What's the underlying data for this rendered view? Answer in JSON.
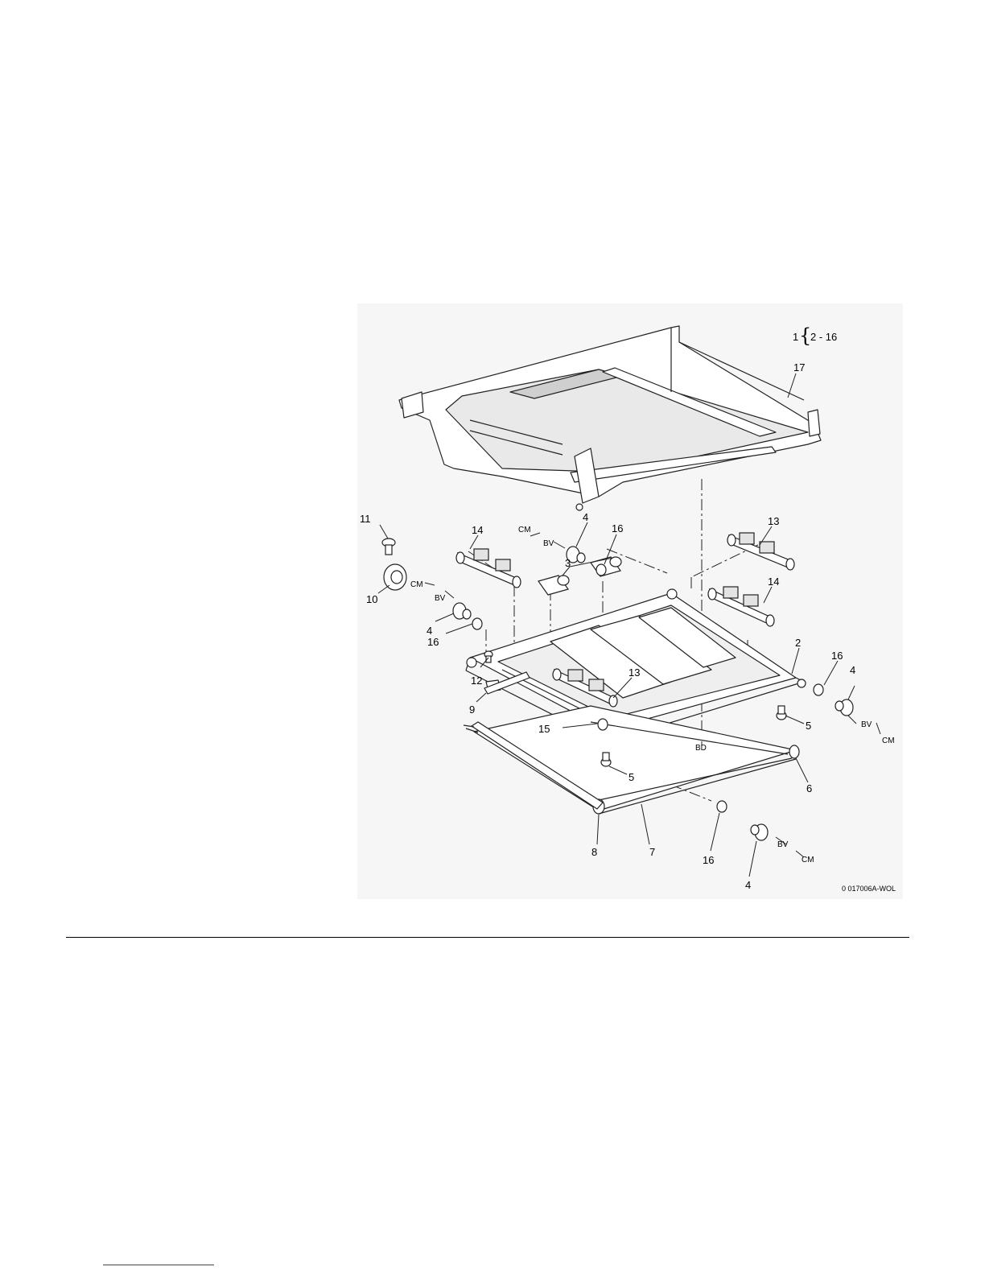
{
  "figure": {
    "group_label": {
      "item": "1",
      "range": "2 - 16"
    },
    "callouts": [
      "17",
      "11",
      "14",
      "4",
      "16",
      "13",
      "10",
      "3",
      "14",
      "2",
      "16",
      "4",
      "12",
      "9",
      "13",
      "15",
      "5",
      "5",
      "6",
      "8",
      "7",
      "16",
      "4",
      "4",
      "16"
    ],
    "codes": {
      "cm": "CM",
      "bv": "BV",
      "bd": "BD"
    },
    "figure_id": "0 017006A-WOL"
  }
}
